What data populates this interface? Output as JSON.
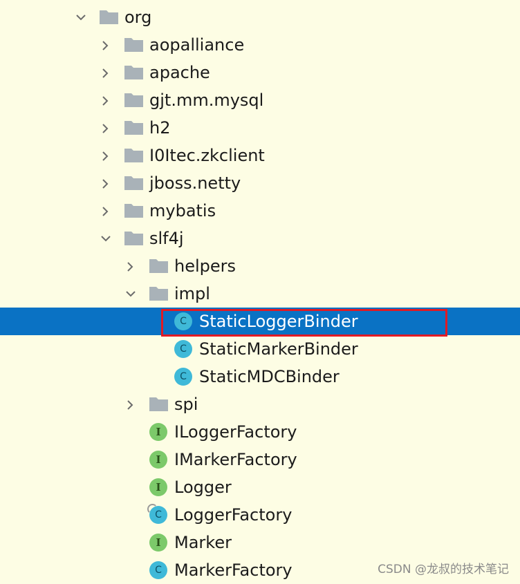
{
  "tree": {
    "org": "org",
    "aopalliance": "aopalliance",
    "apache": "apache",
    "gjt": "gjt.mm.mysql",
    "h2": "h2",
    "i0itec": "I0Itec.zkclient",
    "jboss": "jboss.netty",
    "mybatis": "mybatis",
    "slf4j": "slf4j",
    "helpers": "helpers",
    "impl": "impl",
    "staticLoggerBinder": "StaticLoggerBinder",
    "staticMarkerBinder": "StaticMarkerBinder",
    "staticMDCBinder": "StaticMDCBinder",
    "spi": "spi",
    "iLoggerFactory": "ILoggerFactory",
    "iMarkerFactory": "IMarkerFactory",
    "logger": "Logger",
    "loggerFactory": "LoggerFactory",
    "marker": "Marker",
    "markerFactory": "MarkerFactory"
  },
  "badges": {
    "class": "C",
    "interface": "I"
  },
  "colors": {
    "background": "#fdfde4",
    "selection": "#0a72c4",
    "highlight_box": "#e11a24",
    "class_icon": "#3fb9d8",
    "interface_icon": "#7cc96a",
    "folder_icon": "#a9b2b8"
  },
  "watermark": "CSDN @龙叔的技术笔记"
}
